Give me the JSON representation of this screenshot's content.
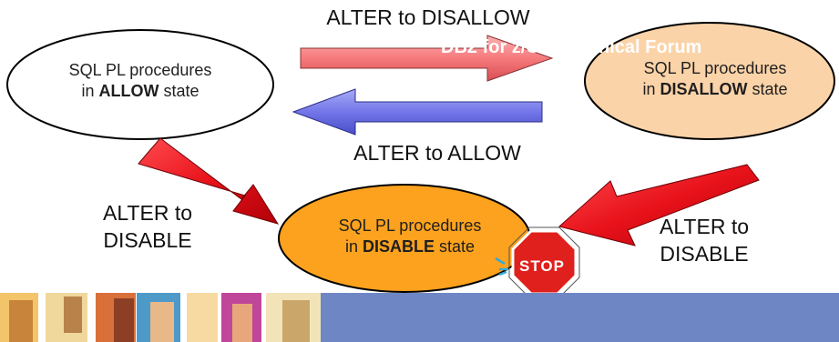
{
  "nodes": {
    "allow": {
      "line1": "SQL PL procedures",
      "prefix": "in ",
      "state": "ALLOW",
      "suffix": " state"
    },
    "disallow": {
      "line1": "SQL PL procedures",
      "prefix": "in ",
      "state": "DISALLOW",
      "suffix": " state"
    },
    "disable": {
      "line1": "SQL PL procedures",
      "prefix": "in ",
      "state": "DISABLE",
      "suffix": " state"
    }
  },
  "edges": {
    "to_disallow": "ALTER to DISALLOW",
    "to_allow": "ALTER to ALLOW",
    "left_disable_line1": "ALTER to",
    "left_disable_line2": "DISABLE",
    "right_disable_line1": "ALTER to",
    "right_disable_line2": "DISABLE"
  },
  "stop_sign": {
    "text": "STOP"
  },
  "footer": {
    "title": "DB2 for z/OS Technical Forum"
  },
  "colors": {
    "allow_fill": "#ffffff",
    "disallow_fill": "#fbd3a8",
    "disable_fill": "#fca21e",
    "arrow_red": "#e8121a",
    "arrow_pink": "#f67a7c",
    "arrow_blue": "#7276e8",
    "stop_red": "#e0201c",
    "footer_blue": "#6f86c4"
  }
}
